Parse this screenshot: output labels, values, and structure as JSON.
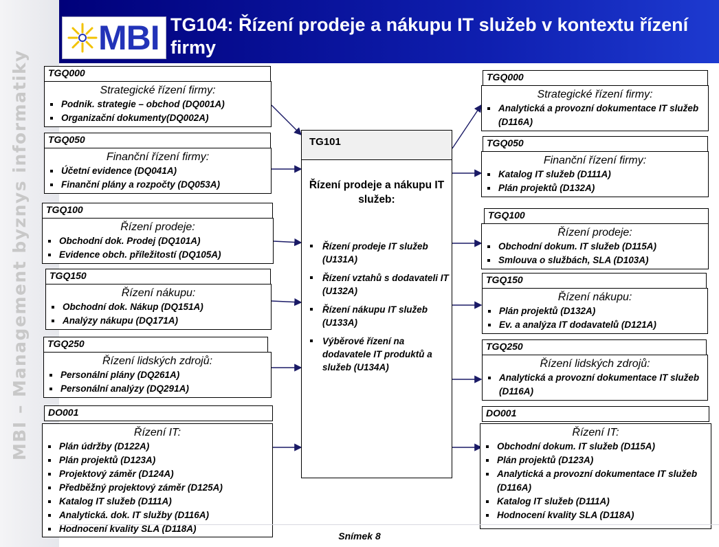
{
  "side_text": "MBI – Management byznys informatiky",
  "logo": {
    "text": "MBI"
  },
  "title": "TG104: Řízení prodeje a nákupu IT služeb v kontextu řízení firmy",
  "center": {
    "tag": "TG101",
    "heading": "Řízení prodeje a nákupu IT služeb:",
    "items": [
      "Řízení prodeje IT služeb (U131A)",
      "Řízení vztahů s dodavateli IT (U132A)",
      "Řízení nákupu IT služeb (U133A)",
      "Výběrové řízení na dodavatele IT produktů a služeb (U134A)"
    ]
  },
  "left": [
    {
      "tag": "TGQ000",
      "heading": "Strategické řízení firmy:",
      "items": [
        "Podnik. strategie – obchod (DQ001A)",
        "Organizační dokumenty(DQ002A)"
      ]
    },
    {
      "tag": "TGQ050",
      "heading": "Finanční řízení firmy:",
      "items": [
        "Účetní evidence (DQ041A)",
        "Finanční plány a rozpočty (DQ053A)"
      ]
    },
    {
      "tag": "TGQ100",
      "heading": "Řízení prodeje:",
      "items": [
        "Obchodní dok. Prodej (DQ101A)",
        "Evidence obch. příležitostí (DQ105A)"
      ]
    },
    {
      "tag": "TGQ150",
      "heading": "Řízení nákupu:",
      "items": [
        "Obchodní dok. Nákup (DQ151A)",
        "Analýzy nákupu (DQ171A)"
      ]
    },
    {
      "tag": "TGQ250",
      "heading": "Řízení lidských zdrojů:",
      "items": [
        "Personální plány (DQ261A)",
        "Personální analýzy (DQ291A)"
      ]
    },
    {
      "tag": "DO001",
      "heading": "Řízení IT:",
      "items": [
        "Plán údržby (D122A)",
        "Plán projektů (D123A)",
        "Projektový záměr (D124A)",
        "Předběžný projektový záměr (D125A)",
        "Katalog IT služeb (D111A)",
        "Analytická. dok. IT služby (D116A)",
        "Hodnocení kvality SLA (D118A)"
      ]
    }
  ],
  "right": [
    {
      "tag": "TGQ000",
      "heading": "Strategické řízení firmy:",
      "items": [
        "Analytická a provozní dokumentace IT služeb (D116A)"
      ]
    },
    {
      "tag": "TGQ050",
      "heading": "Finanční řízení firmy:",
      "items": [
        "Katalog IT služeb (D111A)",
        "Plán projektů (D132A)"
      ]
    },
    {
      "tag": "TGQ100",
      "heading": "Řízení prodeje:",
      "items": [
        "Obchodní dokum. IT služeb (D115A)",
        "Smlouva o službách, SLA (D103A)"
      ]
    },
    {
      "tag": "TGQ150",
      "heading": "Řízení nákupu:",
      "items": [
        "Plán projektů (D132A)",
        "Ev. a analýza IT dodavatelů (D121A)"
      ]
    },
    {
      "tag": "TGQ250",
      "heading": "Řízení lidských zdrojů:",
      "items": [
        "Analytická a provozní dokumentace IT služeb (D116A)"
      ]
    },
    {
      "tag": "DO001",
      "heading": "Řízení IT:",
      "items": [
        "Obchodní dokum. IT služeb (D115A)",
        "Plán projektů (D123A)",
        "Analytická a provozní dokumentace IT služeb (D116A)",
        "Katalog IT služeb (D111A)",
        "Hodnocení kvality SLA (D118A)"
      ]
    }
  ],
  "footer": "Snímek 8"
}
